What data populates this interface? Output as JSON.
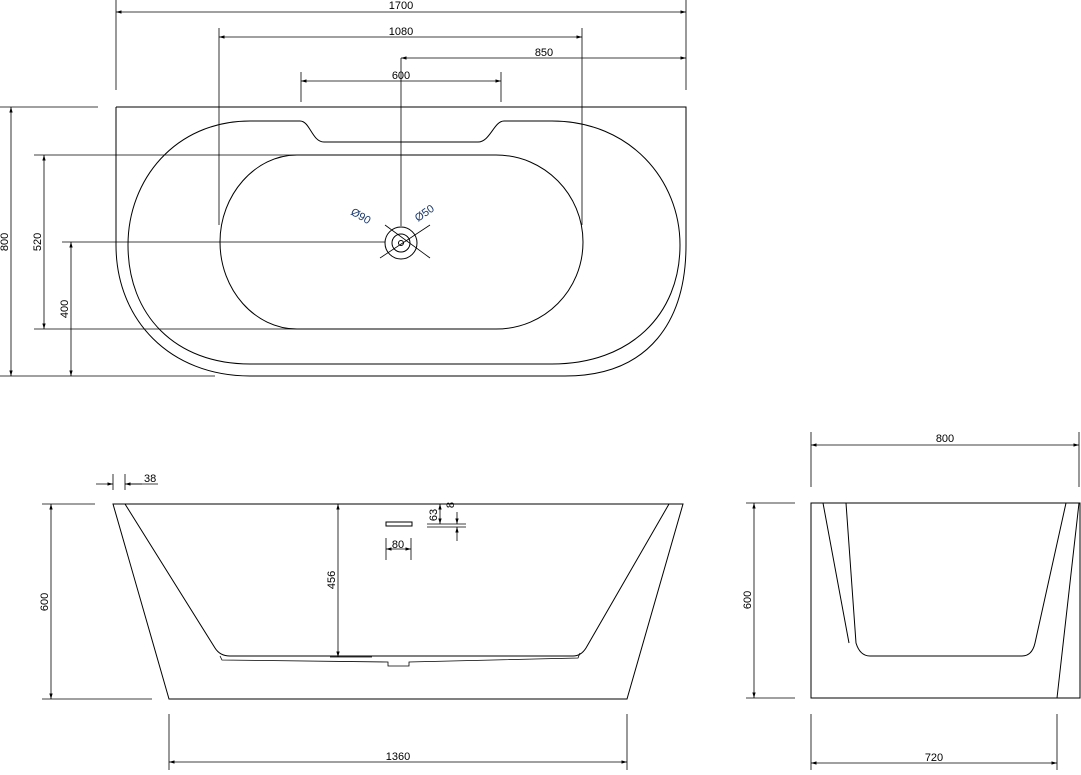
{
  "top_view": {
    "overall_length": "1700",
    "inner_span": "1080",
    "half_length": "850",
    "drain_span": "600",
    "overall_width": "800",
    "inner_width": "520",
    "drain_offset": "400",
    "drain_outer_dia": "Ø90",
    "drain_inner_dia": "Ø50"
  },
  "front_view": {
    "rim_thickness": "38",
    "height": "600",
    "inner_depth": "456",
    "overflow_width": "80",
    "overflow_height": "63",
    "overflow_gap": "8",
    "base_length": "1360"
  },
  "side_view": {
    "top_width": "800",
    "height": "600",
    "base_width": "720"
  }
}
